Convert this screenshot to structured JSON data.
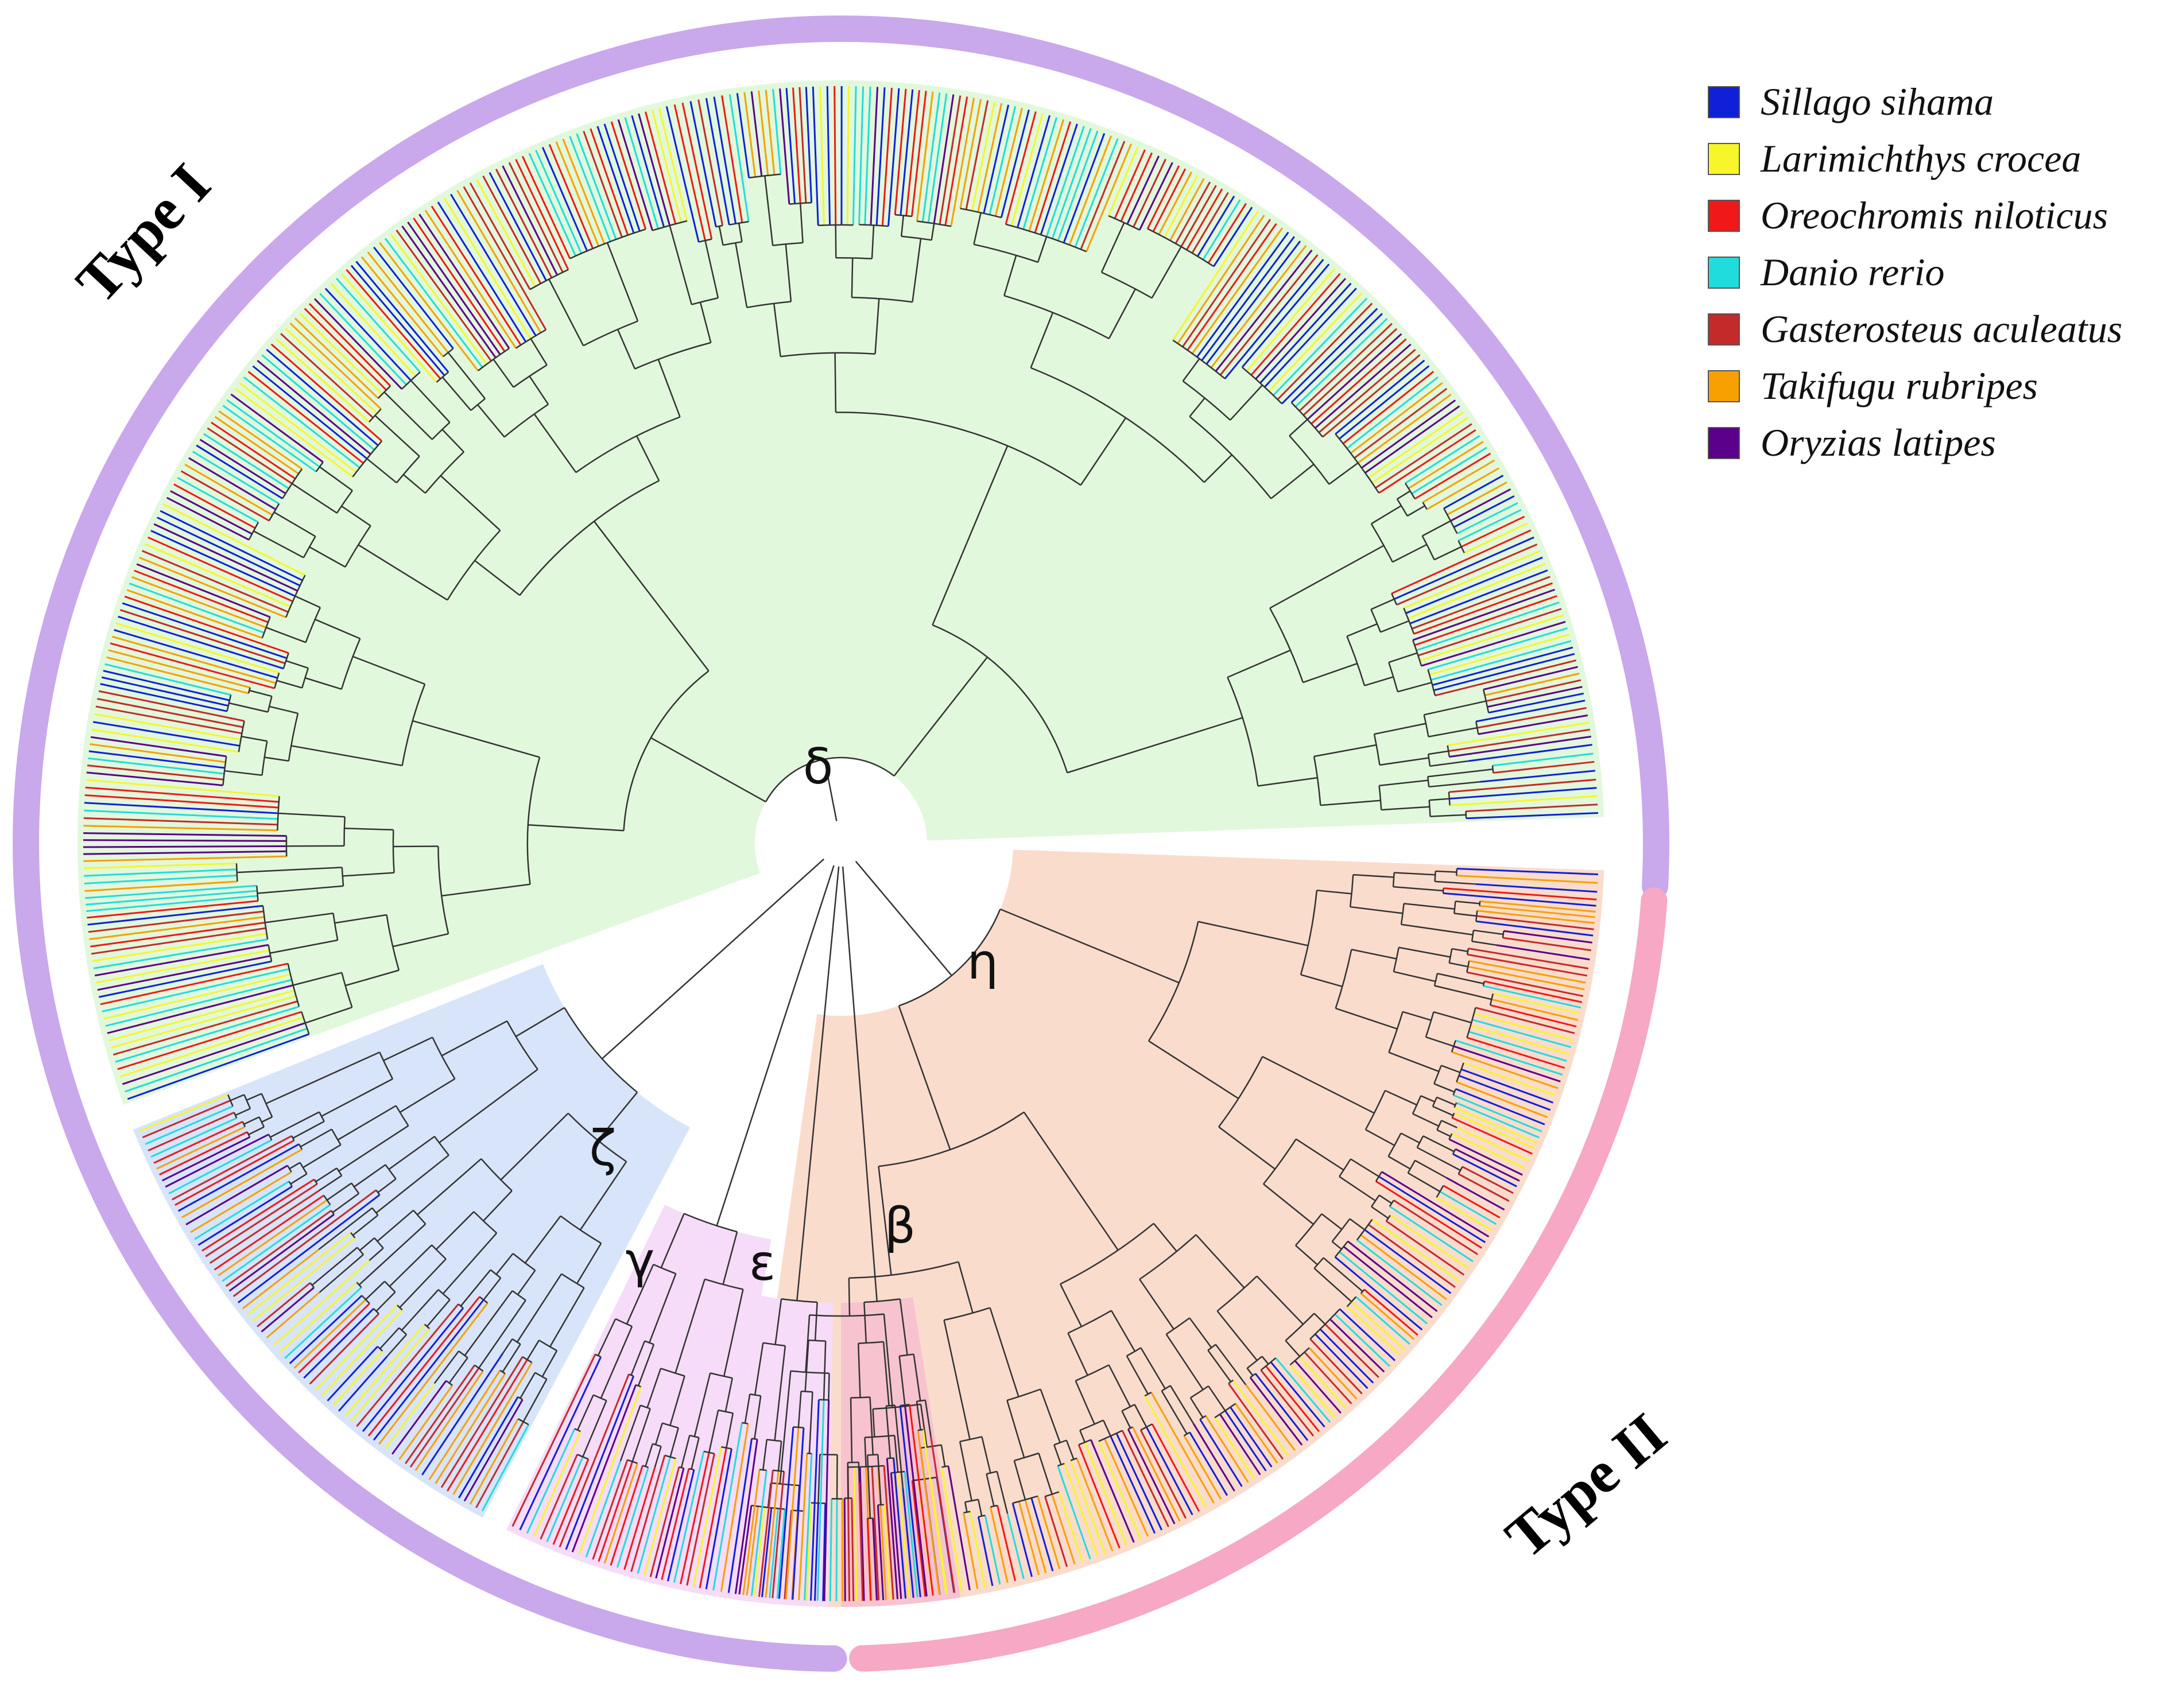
{
  "figure": {
    "ring_labels": {
      "type_one": "Type I",
      "type_two": "Type II"
    },
    "ring_colors": {
      "type_one": "#c9a8ec",
      "type_two": "#f6a8c4"
    },
    "clades": [
      {
        "label": "δ",
        "fill": "#e2f8dc"
      },
      {
        "label": "η",
        "fill": "#fadccd"
      },
      {
        "label": "ζ",
        "fill": "#d8e4fa"
      },
      {
        "label": "γ",
        "fill": "#f6dcf9"
      },
      {
        "label": "ε",
        "fill": "#f6dcf9"
      },
      {
        "label": "β",
        "fill": "#f7c3cf"
      }
    ],
    "legend": [
      {
        "species": "Sillago sihama",
        "color": "#1020d8"
      },
      {
        "species": "Larimichthys crocea",
        "color": "#f6f629"
      },
      {
        "species": "Oreochromis niloticus",
        "color": "#f01818"
      },
      {
        "species": "Danio rerio",
        "color": "#20dcdc"
      },
      {
        "species": "Gasterosteus aculeatus",
        "color": "#c42a2a"
      },
      {
        "species": "Takifugu rubripes",
        "color": "#f7a000"
      },
      {
        "species": "Oryzias latipes",
        "color": "#5a008a"
      }
    ]
  }
}
